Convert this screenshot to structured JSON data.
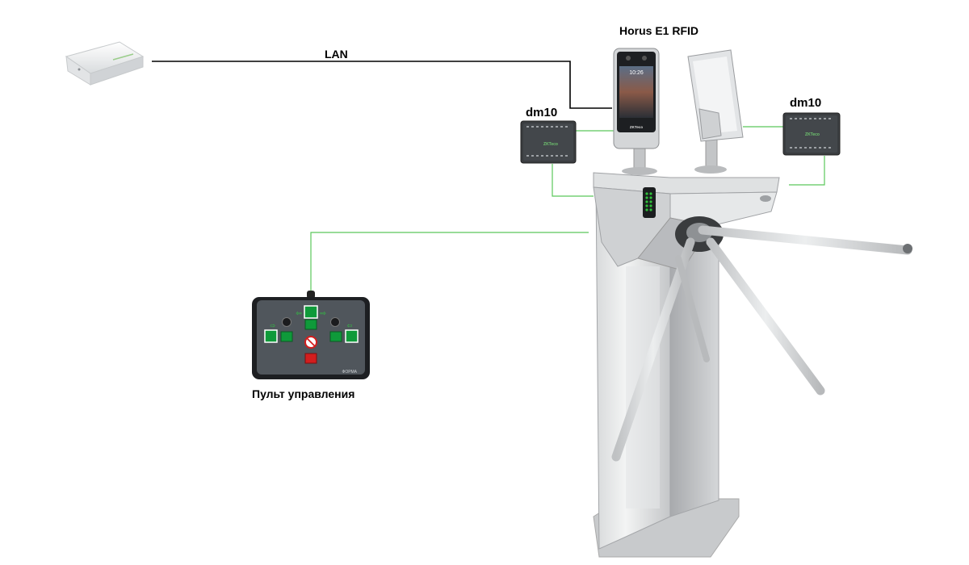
{
  "labels": {
    "lan": "LAN",
    "terminal": "Horus E1 RFID",
    "controller_left": "dm10",
    "controller_right": "dm10",
    "panel_caption": "Пульт управления"
  },
  "device_text": {
    "controller_brand": "ZKTeco",
    "terminal_time": "10:26",
    "panel_brand": "ФОРМА"
  },
  "colors": {
    "lan_line": "#000000",
    "wire": "#5ac85a",
    "metal": "#c9c9c9",
    "controller_body": "#3a3d40",
    "panel_body": "#2e3236",
    "btn_green": "#0f9a3a",
    "btn_red": "#d21e1e"
  }
}
